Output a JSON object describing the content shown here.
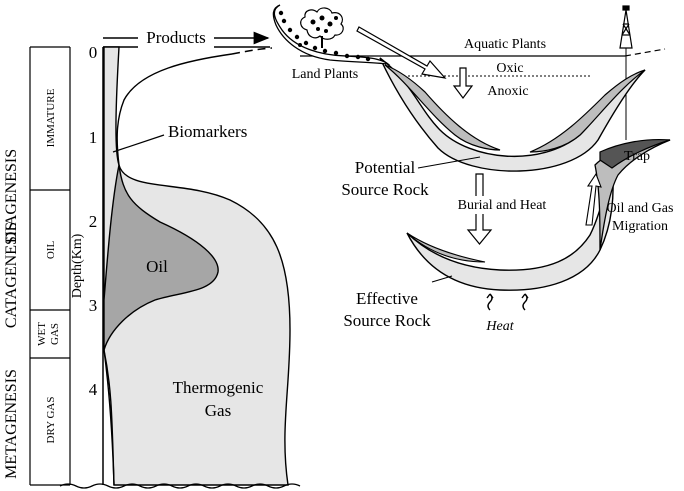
{
  "stages": {
    "diagenesis": "DIAGENESIS",
    "catagenesis": "CATAGENESIS",
    "metagenesis": "METAGENESIS"
  },
  "zones": {
    "immature": "IMMATURE",
    "oil": "OIL",
    "wet_gas": [
      "WET",
      "GAS"
    ],
    "dry_gas": "DRY GAS"
  },
  "depth_axis": {
    "label": "Depth(Km)",
    "ticks": [
      "0",
      "1",
      "2",
      "3",
      "4"
    ]
  },
  "left_diagram": {
    "products": "Products",
    "biomarkers": "Biomarkers",
    "oil": "Oil",
    "thermogenic_gas": [
      "Thermogenic",
      "Gas"
    ]
  },
  "right_diagram": {
    "aquatic_plants": "Aquatic Plants",
    "land_plants": "Land Plants",
    "oxic": "Oxic",
    "anoxic": "Anoxic",
    "potential_source_rock": [
      "Potential",
      "Source Rock"
    ],
    "burial_and_heat": "Burial and Heat",
    "effective_source_rock": [
      "Effective",
      "Source Rock"
    ],
    "heat": "Heat",
    "trap": "Trap",
    "migration": [
      "Oil and Gas",
      "Migration"
    ]
  },
  "colors": {
    "oil_fill": "#a6a6a6",
    "gas_fill": "#e6e6e6",
    "sediment_fill": "#d9d9d9",
    "trap_fill": "#555555",
    "outline": "#000000"
  }
}
